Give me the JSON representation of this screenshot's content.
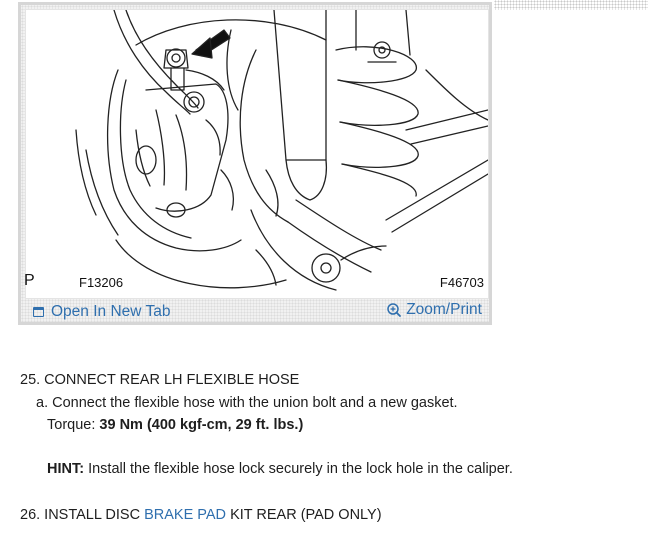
{
  "figure": {
    "prefix": "P",
    "code_left": "F13206",
    "code_right": "F46703",
    "open_tab_label": "Open In New Tab",
    "zoom_label": "Zoom/Print"
  },
  "steps": {
    "s25_title": "25. CONNECT REAR LH FLEXIBLE HOSE",
    "s25_a": "a. Connect the flexible hose with the union bolt and a new gasket.",
    "torque_label": "Torque:",
    "torque_value": "39 Nm (400 kgf-cm, 29 ft. lbs.)",
    "hint_label": "HINT:",
    "hint_text": "Install the flexible hose lock securely in the lock hole in the caliper.",
    "s26_prefix": "26. INSTALL DISC",
    "s26_link": "BRAKE PAD",
    "s26_suffix": "KIT REAR (PAD ONLY)"
  },
  "colors": {
    "link": "#2f6fae",
    "text": "#1e1e1e"
  },
  "icons": {
    "open_tab": "window-icon",
    "zoom": "zoom-plus-icon"
  }
}
